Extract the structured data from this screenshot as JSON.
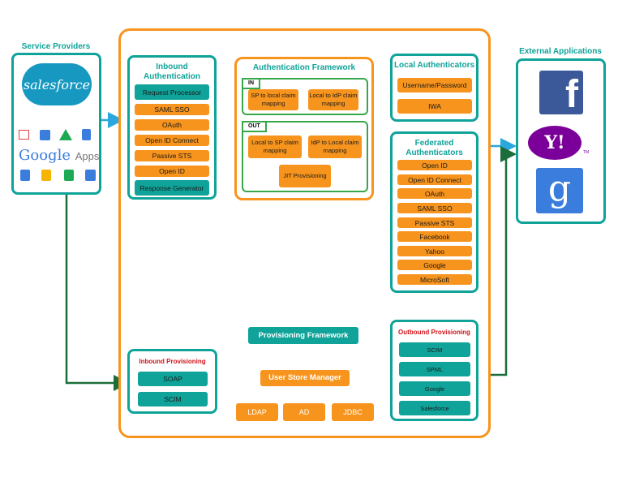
{
  "service_providers": {
    "title": "Service Providers",
    "salesforce_label": "salesforce",
    "google_label": "Google",
    "apps_label": "Apps"
  },
  "inbound_auth": {
    "title_line1": "Inbound",
    "title_line2": "Authentication",
    "request_processor": "Request Processor",
    "items": [
      "SAML SSO",
      "OAuth",
      "Open ID Connect",
      "Passive STS",
      "Open ID"
    ],
    "response_generator": "Response Generator"
  },
  "auth_framework": {
    "title": "Authentication Framework",
    "in_tag": "IN",
    "in_items": [
      "SP to local claim mapping",
      "Local to IdP claim mapping"
    ],
    "out_tag": "OUT",
    "out_items": [
      "Local to SP claim mapping",
      "IdP to Local claim mapping"
    ],
    "jit": "JIT Provisioning"
  },
  "local_auth": {
    "title": "Local Authenticators",
    "items": [
      "Username/Password",
      "IWA"
    ]
  },
  "federated_auth": {
    "title_line1": "Federated",
    "title_line2": "Authenticators",
    "items": [
      "Open ID",
      "Open ID Connect",
      "OAuth",
      "SAML SSO",
      "Passive STS",
      "Facebook",
      "Yahoo",
      "Google",
      "MicroSoft"
    ]
  },
  "external_apps": {
    "title": "External Applications",
    "facebook_glyph": "f",
    "yahoo_glyph": "Y!",
    "yahoo_tm": "TM",
    "google_glyph": "g"
  },
  "provisioning_framework": {
    "label": "Provisioning Framework"
  },
  "user_store_manager": {
    "label": "User Store Manager"
  },
  "stores": [
    "LDAP",
    "AD",
    "JDBC"
  ],
  "inbound_provisioning": {
    "title": "Inbound Provisioning",
    "items": [
      "SOAP",
      "SCIM"
    ]
  },
  "outbound_provisioning": {
    "title": "Outbound Provisioning",
    "items": [
      "SCIM",
      "SPML",
      "Google",
      "Salesforce"
    ]
  },
  "colors": {
    "teal": "#0fa39a",
    "orange": "#f7941d",
    "blue_arrow": "#2aa7df",
    "green_arrow": "#1b6e3a",
    "red_title": "#d0121b",
    "facebook": "#3b5998",
    "yahoo": "#7b0099",
    "google": "#3b7ddd"
  }
}
